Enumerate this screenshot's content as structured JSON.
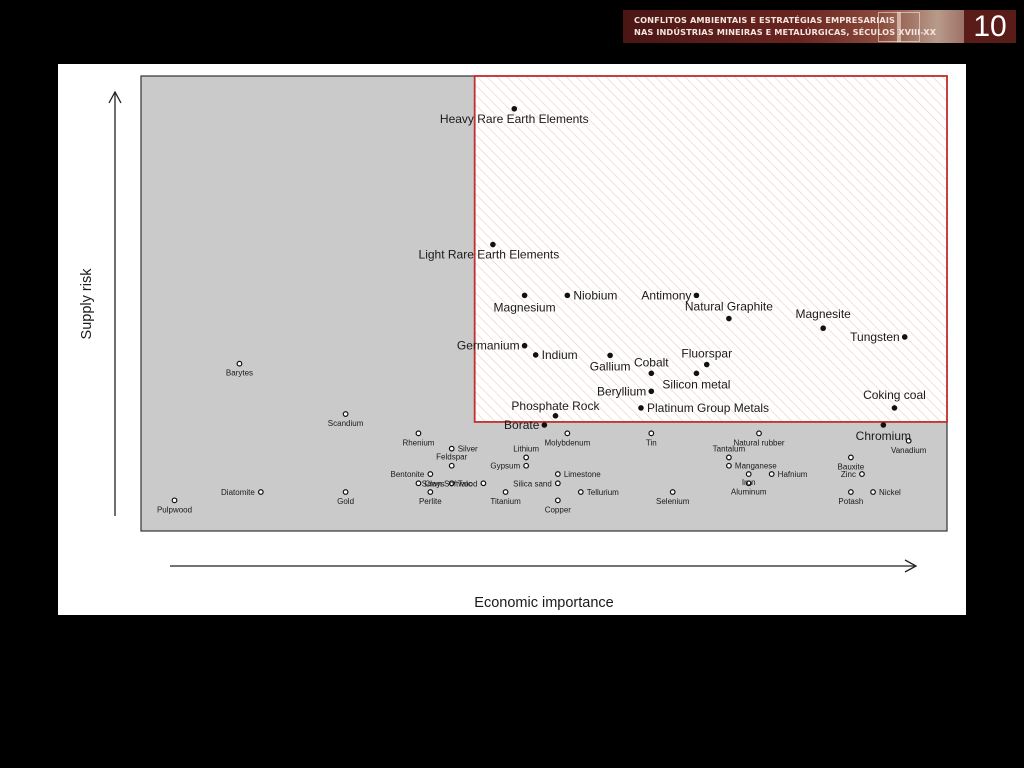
{
  "banner": {
    "line1": "CONFLITOS AMBIENTAIS E ESTRATÉGIAS EMPRESARIAIS",
    "line2": "NAS INDÚSTRIAS MINEIRAS E METALÚRGICAS, SÉCULOS XVIII-XX",
    "slide_number": "10"
  },
  "chart_data": {
    "type": "scatter",
    "title": "",
    "xlabel": "Economic importance",
    "ylabel": "Supply risk",
    "xlim": [
      0,
      100
    ],
    "ylim": [
      0,
      100
    ],
    "grid": false,
    "ticks": false,
    "critical_region": {
      "x_min": 41.5,
      "y_min": 23.3,
      "label": ""
    },
    "series": [
      {
        "name": "",
        "marker": "filled",
        "points": [
          {
            "label": "Heavy Rare Earth Elements",
            "x": 46.5,
            "y": 94.8
          },
          {
            "label": "Light Rare Earth Elements",
            "x": 43.8,
            "y": 63.8
          },
          {
            "label": "Magnesium",
            "x": 47.8,
            "y": 52.2
          },
          {
            "label": "Niobium",
            "x": 53.2,
            "y": 52.2
          },
          {
            "label": "Antimony",
            "x": 69.5,
            "y": 52.2
          },
          {
            "label": "Natural Graphite",
            "x": 73.6,
            "y": 46.9
          },
          {
            "label": "Magnesite",
            "x": 85.5,
            "y": 44.7
          },
          {
            "label": "Tungsten",
            "x": 95.8,
            "y": 42.7
          },
          {
            "label": "Germanium",
            "x": 47.8,
            "y": 40.7
          },
          {
            "label": "Indium",
            "x": 49.2,
            "y": 38.6
          },
          {
            "label": "Gallium",
            "x": 58.6,
            "y": 38.5
          },
          {
            "label": "Fluorspar",
            "x": 70.8,
            "y": 36.4
          },
          {
            "label": "Cobalt",
            "x": 63.8,
            "y": 34.4
          },
          {
            "label": "Silicon metal",
            "x": 69.5,
            "y": 34.4
          },
          {
            "label": "Beryllium",
            "x": 63.8,
            "y": 30.3
          },
          {
            "label": "Platinum Group Metals",
            "x": 62.5,
            "y": 26.5
          },
          {
            "label": "Phosphate Rock",
            "x": 51.7,
            "y": 24.7
          },
          {
            "label": "Borate",
            "x": 50.3,
            "y": 22.6
          },
          {
            "label": "Coking coal",
            "x": 94.5,
            "y": 26.5
          },
          {
            "label": "Chromium",
            "x": 93.1,
            "y": 22.6
          }
        ]
      },
      {
        "name": "",
        "marker": "open",
        "points": [
          {
            "label": "Barytes",
            "x": 11.8,
            "y": 36.6
          },
          {
            "label": "Scandium",
            "x": 25.2,
            "y": 25.1
          },
          {
            "label": "Rhenium",
            "x": 34.4,
            "y": 20.7
          },
          {
            "label": "Silver",
            "x": 38.6,
            "y": 17.2
          },
          {
            "label": "Molybdenum",
            "x": 53.2,
            "y": 20.7
          },
          {
            "label": "Tin",
            "x": 63.8,
            "y": 20.7
          },
          {
            "label": "Natural rubber",
            "x": 77.4,
            "y": 20.7
          },
          {
            "label": "Vanadium",
            "x": 96.3,
            "y": 19.0
          },
          {
            "label": "Lithium",
            "x": 48.0,
            "y": 15.2
          },
          {
            "label": "Tantalum",
            "x": 73.6,
            "y": 15.2
          },
          {
            "label": "Bauxite",
            "x": 89.0,
            "y": 15.2
          },
          {
            "label": "Feldspar",
            "x": 38.6,
            "y": 13.3
          },
          {
            "label": "Gypsum",
            "x": 48.0,
            "y": 13.3
          },
          {
            "label": "Manganese",
            "x": 73.6,
            "y": 13.3
          },
          {
            "label": "Bentonite",
            "x": 35.9,
            "y": 11.4
          },
          {
            "label": "Limestone",
            "x": 52.0,
            "y": 11.4
          },
          {
            "label": "Iron",
            "x": 76.1,
            "y": 11.4
          },
          {
            "label": "Hafnium",
            "x": 79.0,
            "y": 11.4
          },
          {
            "label": "Zinc",
            "x": 90.4,
            "y": 11.4
          },
          {
            "label": "Clays",
            "x": 34.4,
            "y": 9.3
          },
          {
            "label": "Talc",
            "x": 38.6,
            "y": 9.3
          },
          {
            "label": "Sawn Softwood",
            "x": 42.6,
            "y": 9.3
          },
          {
            "label": "Silica sand",
            "x": 52.0,
            "y": 9.3
          },
          {
            "label": "Aluminum",
            "x": 76.1,
            "y": 9.3
          },
          {
            "label": "Diatomite",
            "x": 14.5,
            "y": 7.3
          },
          {
            "label": "Gold",
            "x": 25.2,
            "y": 7.3
          },
          {
            "label": "Perlite",
            "x": 35.9,
            "y": 7.3
          },
          {
            "label": "Titanium",
            "x": 45.4,
            "y": 7.3
          },
          {
            "label": "Tellurium",
            "x": 54.9,
            "y": 7.3
          },
          {
            "label": "Selenium",
            "x": 66.5,
            "y": 7.3
          },
          {
            "label": "Potash",
            "x": 89.0,
            "y": 7.3
          },
          {
            "label": "Nickel",
            "x": 91.8,
            "y": 7.3
          },
          {
            "label": "Copper",
            "x": 52.0,
            "y": 5.4
          },
          {
            "label": "Pulpwood",
            "x": 3.6,
            "y": 5.4
          }
        ]
      }
    ]
  }
}
